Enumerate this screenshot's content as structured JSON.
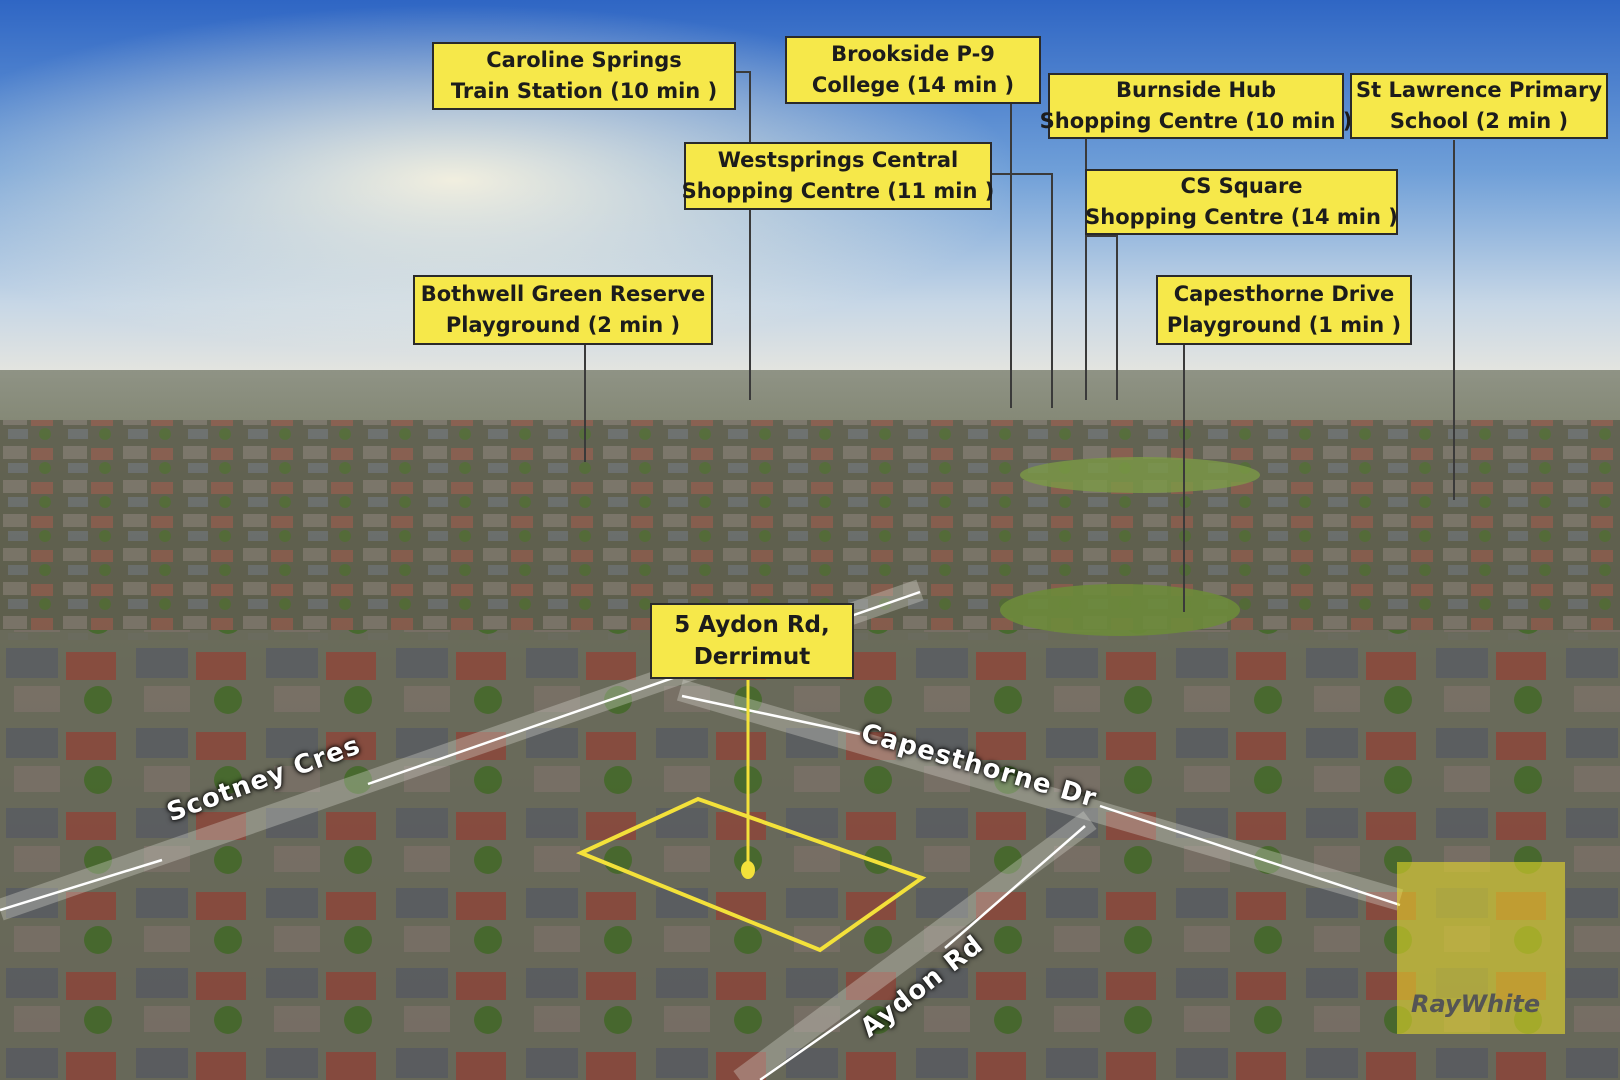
{
  "callouts": [
    {
      "id": "caroline-springs",
      "line1": "Caroline Springs",
      "line2": "Train Station (10 min )"
    },
    {
      "id": "brookside",
      "line1": "Brookside P-9",
      "line2": "College (14 min )"
    },
    {
      "id": "burnside",
      "line1": "Burnside Hub",
      "line2": "Shopping Centre (10 min )"
    },
    {
      "id": "st-lawrence",
      "line1": "St Lawrence Primary",
      "line2": "School (2 min )"
    },
    {
      "id": "westsprings",
      "line1": "Westsprings Central",
      "line2": "Shopping Centre (11 min )"
    },
    {
      "id": "cs-square",
      "line1": "CS Square",
      "line2": "Shopping Centre (14 min )"
    },
    {
      "id": "bothwell",
      "line1": "Bothwell Green Reserve",
      "line2": "Playground (2 min )"
    },
    {
      "id": "capesthorne-playground",
      "line1": "Capesthorne Drive",
      "line2": "Playground (1 min )"
    },
    {
      "id": "property",
      "line1": "5 Aydon Rd,",
      "line2": "Derrimut"
    }
  ],
  "streets": {
    "scotney": "Scotney Cres",
    "capesthorne": "Capesthorne Dr",
    "aydon": "Aydon Rd"
  },
  "brand": {
    "logo_text": "RayWhite",
    "tile_color": "#f0e128"
  },
  "colors": {
    "callout_fill": "#f6e84a",
    "highlight": "#f3e13a"
  }
}
